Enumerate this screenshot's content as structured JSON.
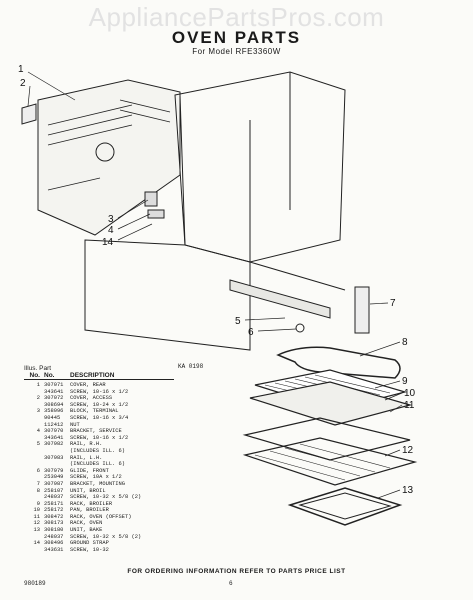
{
  "watermark": "AppliancePartsPros.com",
  "title": "OVEN PARTS",
  "subtitle": "For Model RFE3360W",
  "table": {
    "header_top": "Illus. Part",
    "col_no": "No.",
    "col_part": "No.",
    "col_desc": "DESCRIPTION",
    "rows": [
      {
        "no": "1",
        "part": "307071",
        "desc": "COVER, REAR"
      },
      {
        "no": "",
        "part": "343641",
        "desc": "SCREW, 10-16 x 1/2"
      },
      {
        "no": "2",
        "part": "307072",
        "desc": "COVER, ACCESS"
      },
      {
        "no": "",
        "part": "308694",
        "desc": "SCREW, 10-24 x 1/2"
      },
      {
        "no": "3",
        "part": "358096",
        "desc": "BLOCK, TERMINAL"
      },
      {
        "no": "",
        "part": "90445",
        "desc": "SCREW, 10-16 x 3/4"
      },
      {
        "no": "",
        "part": "112412",
        "desc": "NUT"
      },
      {
        "no": "4",
        "part": "307970",
        "desc": "BRACKET, SERVICE"
      },
      {
        "no": "",
        "part": "343641",
        "desc": "SCREW, 10-16 x 1/2"
      },
      {
        "no": "5",
        "part": "307982",
        "desc": "RAIL, R.H."
      },
      {
        "no": "",
        "part": "",
        "desc": "(INCLUDES ILL. 6)"
      },
      {
        "no": "",
        "part": "307983",
        "desc": "RAIL, L.H."
      },
      {
        "no": "",
        "part": "",
        "desc": "(INCLUDES ILL. 6)"
      },
      {
        "no": "6",
        "part": "307979",
        "desc": "GLIDE, FRONT"
      },
      {
        "no": "",
        "part": "253049",
        "desc": "SCREW, 10A x 1/2"
      },
      {
        "no": "7",
        "part": "307987",
        "desc": "BRACKET, MOUNTING"
      },
      {
        "no": "8",
        "part": "258107",
        "desc": "UNIT, BROIL"
      },
      {
        "no": "",
        "part": "248037",
        "desc": "SCREW, 10-32 x 5/8 (2)"
      },
      {
        "no": "9",
        "part": "258171",
        "desc": "RACK, BROILER"
      },
      {
        "no": "10",
        "part": "258172",
        "desc": "PAN, BROILER"
      },
      {
        "no": "11",
        "part": "308472",
        "desc": "RACK, OVEN (OFFSET)"
      },
      {
        "no": "12",
        "part": "308173",
        "desc": "RACK, OVEN"
      },
      {
        "no": "13",
        "part": "308180",
        "desc": "UNIT, BAKE"
      },
      {
        "no": "",
        "part": "248037",
        "desc": "SCREW, 10-32 x 5/8 (2)"
      },
      {
        "no": "14",
        "part": "308496",
        "desc": "GROUND STRAP"
      },
      {
        "no": "",
        "part": "343631",
        "desc": "SCREW, 10-32"
      }
    ]
  },
  "ref_number": "KA 0198",
  "footer_note": "FOR ORDERING INFORMATION REFER TO PARTS PRICE LIST",
  "footer_left": "980189",
  "footer_page": "6",
  "callouts": [
    "1",
    "2",
    "3",
    "4",
    "14",
    "5",
    "6",
    "7",
    "8",
    "9",
    "10",
    "11",
    "12",
    "13"
  ]
}
